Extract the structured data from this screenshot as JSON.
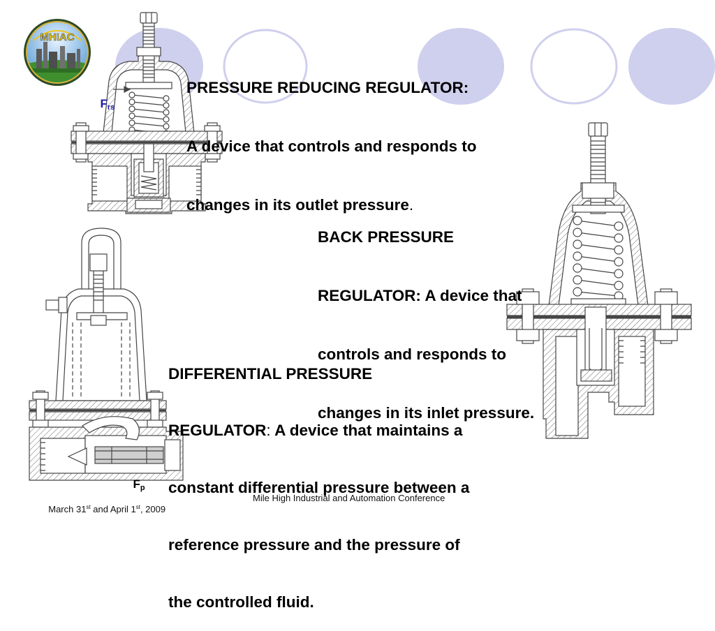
{
  "colors": {
    "oval": "#cfcfee",
    "label_blue": "#1b1ba8"
  },
  "logo": {
    "text": "MHIAC"
  },
  "force_labels": {
    "top": {
      "main": "F",
      "sub": "rs"
    },
    "bottom": {
      "main": "F",
      "sub": "p"
    }
  },
  "pressure_reducing": {
    "line1": "PRESSURE REDUCING REGULATOR:",
    "line2": "A device that controls and responds to",
    "line3": "changes in its outlet pressure",
    "line3_end": "."
  },
  "back_pressure": {
    "line1": "BACK PRESSURE",
    "line2": "REGULATOR: A device that",
    "line3": "controls and responds to",
    "line4": "changes in its inlet pressure."
  },
  "differential": {
    "line1": "DIFFERENTIAL PRESSURE",
    "line2_term": "REGULATOR",
    "line2_colon": ":",
    "line2_rest": " A device that maintains a",
    "line3": "constant differential pressure between a",
    "line4": "reference pressure and the pressure of",
    "line5": "the controlled fluid."
  },
  "footer": {
    "date": {
      "p1": "March 31",
      "sup1": "st",
      "p2": " and April 1",
      "sup2": "st",
      "p3": ", 2009"
    },
    "conference": "Mile High Industrial and Automation Conference"
  }
}
